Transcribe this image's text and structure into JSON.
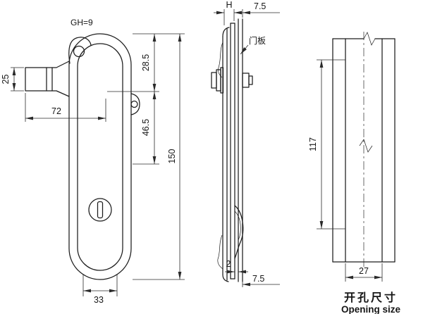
{
  "front_view": {
    "gh_label": "GH=9",
    "dim_shaft_height": "25",
    "dim_shaft_length": "72",
    "dim_top_offset": "28.5",
    "dim_mid_offset": "46.5",
    "dim_total_height": "150",
    "dim_bottom_width": "33"
  },
  "side_view": {
    "dim_grip": "H",
    "dim_front_clearance": "7.5",
    "door_panel_label": "门板",
    "dim_gap": "2",
    "dim_rear_clearance": "7.5"
  },
  "opening_view": {
    "dim_height": "117",
    "dim_width": "27",
    "caption_cn": "开孔尺寸",
    "caption_en": "Opening size"
  }
}
